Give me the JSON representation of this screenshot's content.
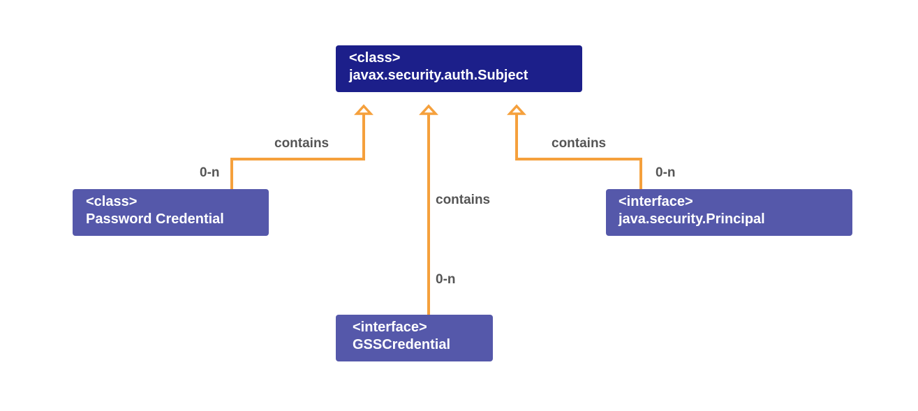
{
  "colors": {
    "primary_class": "#1c1f8a",
    "secondary_class": "#5558aa",
    "connector": "#f5a03c",
    "label_text": "#555555"
  },
  "nodes": {
    "subject": {
      "stereotype": "<class>",
      "name": "javax.security.auth.Subject"
    },
    "password_credential": {
      "stereotype": "<class>",
      "name": "Password Credential"
    },
    "principal": {
      "stereotype": "<interface>",
      "name": "java.security.Principal"
    },
    "gss_credential": {
      "stereotype": "<interface>",
      "name": "GSSCredential"
    }
  },
  "edges": {
    "password_to_subject": {
      "label": "contains",
      "multiplicity": "0-n"
    },
    "gss_to_subject": {
      "label": "contains",
      "multiplicity": "0-n"
    },
    "principal_to_subject": {
      "label": "contains",
      "multiplicity": "0-n"
    }
  }
}
